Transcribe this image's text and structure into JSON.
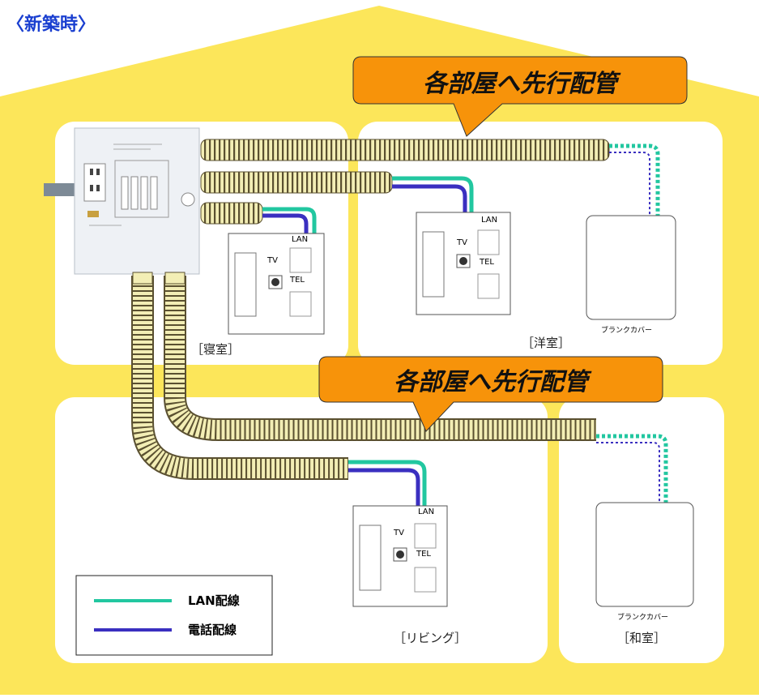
{
  "title": "〈新築時〉",
  "callouts": {
    "upper": "各部屋へ先行配管",
    "lower": "各部屋へ先行配管"
  },
  "rooms": {
    "bedroom": "［寝室］",
    "western": "［洋室］",
    "living": "［リビング］",
    "japanese": "［和室］"
  },
  "outlet_labels": {
    "tv": "TV",
    "tel": "TEL",
    "lan": "LAN"
  },
  "blank_cover_label": "ブランクカバー",
  "legend": {
    "lan": "LAN配線",
    "tel": "電話配線",
    "lan_color": "#22c7a0",
    "tel_color": "#3a2fc0"
  },
  "colors": {
    "house": "#fce65a",
    "callout": "#f7930a",
    "conduit": "#f3eeb5"
  }
}
